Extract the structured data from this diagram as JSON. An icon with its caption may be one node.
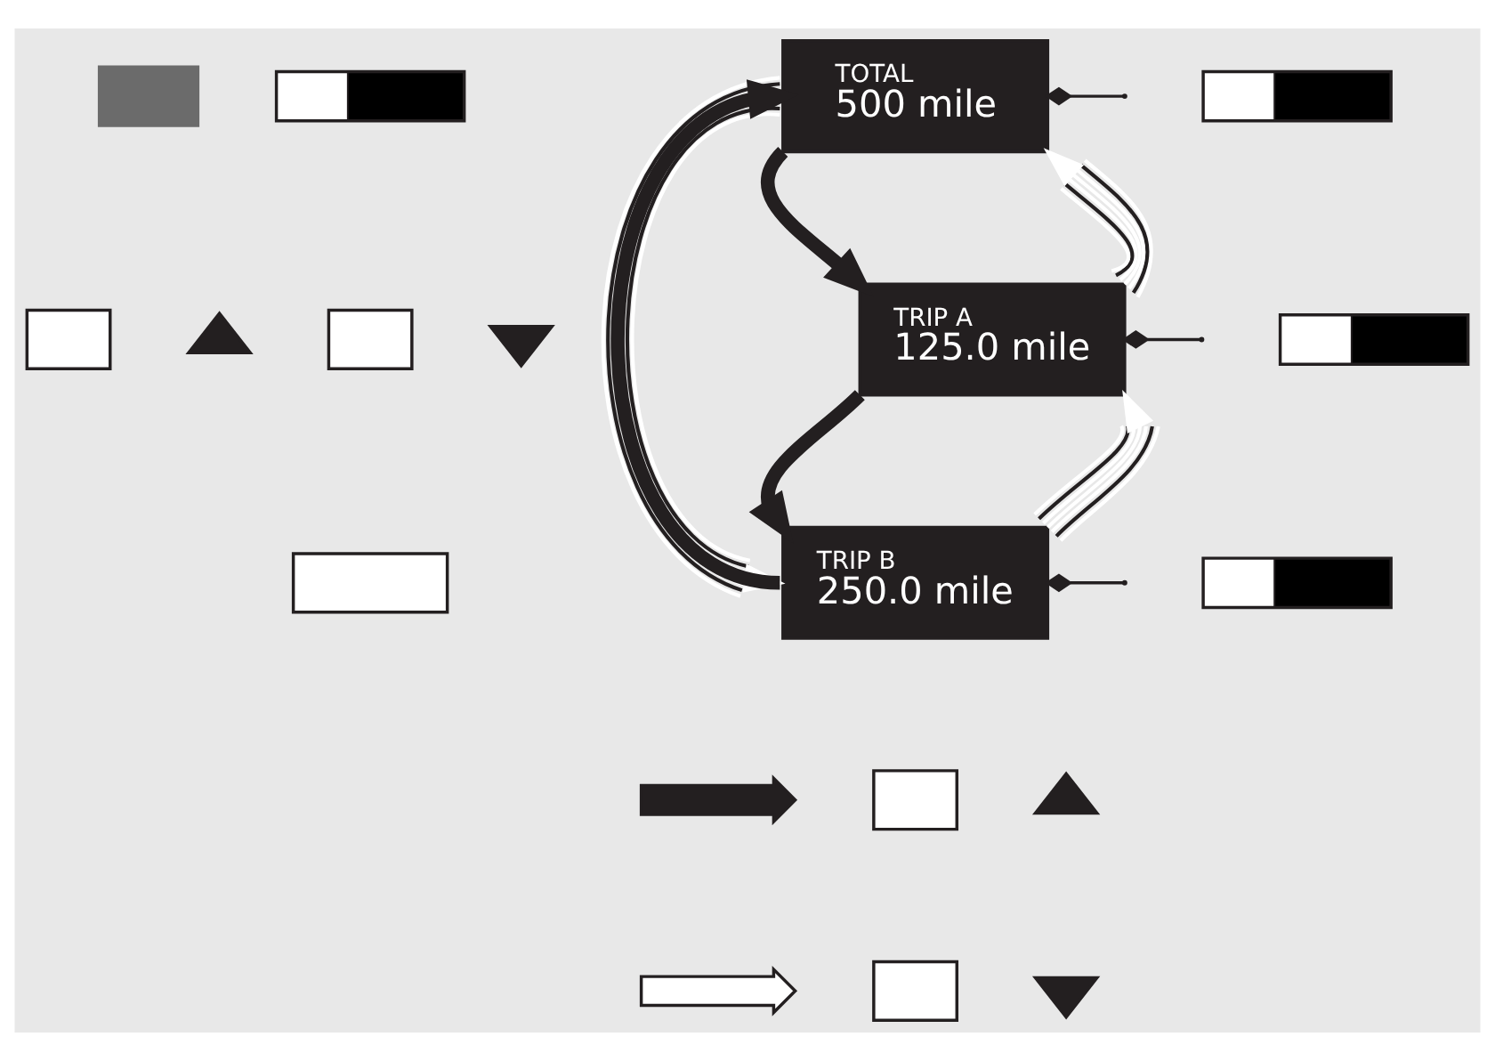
{
  "diagram": {
    "nodes": [
      {
        "text": [],
        "shape": "box"
      },
      {
        "text": [],
        "shape": "switch"
      },
      {
        "text": [],
        "shape": "box"
      },
      {
        "text": [],
        "shape": "triangle"
      },
      {
        "text": [],
        "shape": "box"
      },
      {
        "text": [],
        "shape": "triangle"
      },
      {
        "text": [],
        "shape": "box"
      },
      {
        "text": [
          "TOTAL",
          "500 mile"
        ]
      },
      {
        "text": [],
        "shape": "switch"
      },
      {
        "text": [
          "TRIP A",
          "125.0 mile"
        ]
      },
      {
        "text": [],
        "shape": "switch"
      },
      {
        "text": [
          "TRIP B",
          "250.0 mile"
        ]
      },
      {
        "text": [],
        "shape": "switch"
      },
      {
        "text": [],
        "shape": "arrow"
      },
      {
        "text": [],
        "shape": "box"
      },
      {
        "text": [],
        "shape": "triangle"
      },
      {
        "text": [],
        "shape": "arrow"
      },
      {
        "text": [],
        "shape": "box"
      },
      {
        "text": [],
        "shape": "triangle"
      }
    ],
    "edges": [
      {
        "from": 7,
        "to": 9,
        "arrow": "to",
        "style": "thick"
      },
      {
        "from": 9,
        "to": 11,
        "arrow": "to",
        "style": "thick"
      },
      {
        "from": 11,
        "to": 7,
        "arrow": "to",
        "style": "thick"
      },
      {
        "from": 7,
        "to": 11,
        "arrow": "to",
        "color": "#ffffff"
      },
      {
        "from": 11,
        "to": 9,
        "arrow": "to",
        "color": "#ffffff"
      },
      {
        "from": 9,
        "to": 7,
        "arrow": "to",
        "color": "#ffffff"
      },
      {
        "from": 7,
        "to": null,
        "arrow": "other"
      },
      {
        "from": 9,
        "to": null,
        "arrow": "other"
      },
      {
        "from": 11,
        "to": null,
        "arrow": "other"
      }
    ]
  }
}
